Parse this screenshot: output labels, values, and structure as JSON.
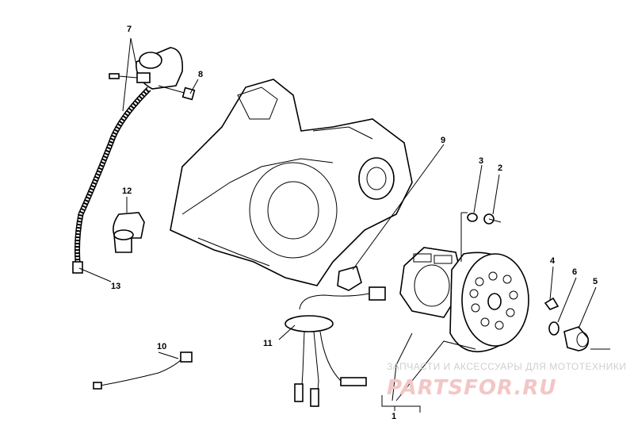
{
  "callouts": {
    "c1": "1",
    "c2": "2",
    "c3": "3",
    "c4": "4",
    "c5": "5",
    "c6": "6",
    "c7": "7",
    "c8": "8",
    "c9": "9",
    "c10": "10",
    "c11": "11",
    "c12": "12",
    "c13": "13"
  },
  "watermark": {
    "caption": "ЗАПЧАСТИ И АКСЕССУАРЫ ДЛЯ МОТОТЕХНИКИ",
    "logo": "PARTSFOR.RU"
  },
  "colors": {
    "line": "#000000",
    "watermark_text": "#cfcfcf",
    "watermark_logo": "#f3c6c6"
  }
}
